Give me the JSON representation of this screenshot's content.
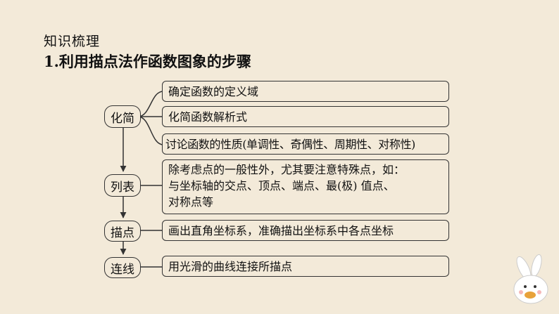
{
  "heading": "知识梳理",
  "subheading": "1.利用描点法作函数图象的步骤",
  "steps": [
    {
      "label": "化简",
      "details": [
        "确定函数的定义域",
        "化简函数解析式",
        "讨论函数的性质(单调性、奇偶性、周期性、对称性)"
      ]
    },
    {
      "label": "列表",
      "details": [
        "除考虑点的一般性外，尤其要注意特殊点，如：",
        "与坐标轴的交点、顶点、端点、最(极) 值点、",
        "对称点等"
      ]
    },
    {
      "label": "描点",
      "details": [
        "画出直角坐标系，准确描出坐标系中各点坐标"
      ]
    },
    {
      "label": "连线",
      "details": [
        "用光滑的曲线连接所描点"
      ]
    }
  ]
}
